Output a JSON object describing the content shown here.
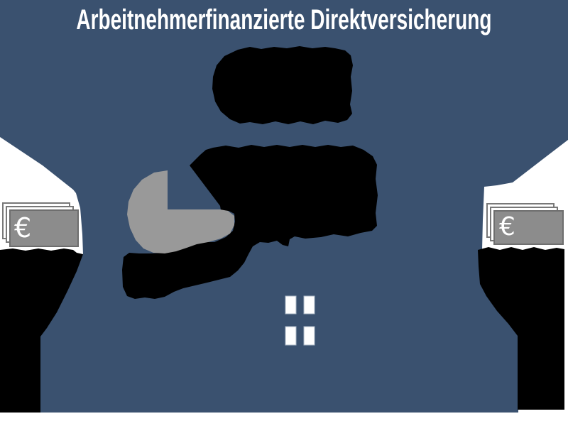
{
  "title": "Arbeitnehmerfinanzierte Direktversicherung",
  "colors": {
    "background": "#ffffff",
    "panel_blue": "#3A516F",
    "blob_black": "#000000",
    "pie_grey": "#999999",
    "money_grey": "#8C8C8C",
    "money_border": "#6E6E6E",
    "money_outline": "#787878",
    "title_white": "#FFFFFF",
    "equals_white": "#FFFFFF",
    "equals_edge": "#A9B6C6"
  },
  "icons": {
    "left_money": "euro-banknotes-icon",
    "right_money": "euro-banknotes-icon",
    "euro_symbol": "€",
    "equals_sign_blocks": 4
  },
  "chart_data": {
    "type": "pie",
    "title": "",
    "slices": [
      {
        "name": "grey-remainder",
        "value": 75
      },
      {
        "name": "cut-out-wedge",
        "value": 25
      }
    ],
    "legend_position": "none",
    "note": "grey pie disc with top-right quarter wedge removed, no visible numeric labels"
  },
  "illegible_blocks": [
    "top-center-text-blob",
    "center-text-blob",
    "pie-caption-text-blob",
    "bottom-left-text-blob",
    "bottom-right-text-blob"
  ]
}
